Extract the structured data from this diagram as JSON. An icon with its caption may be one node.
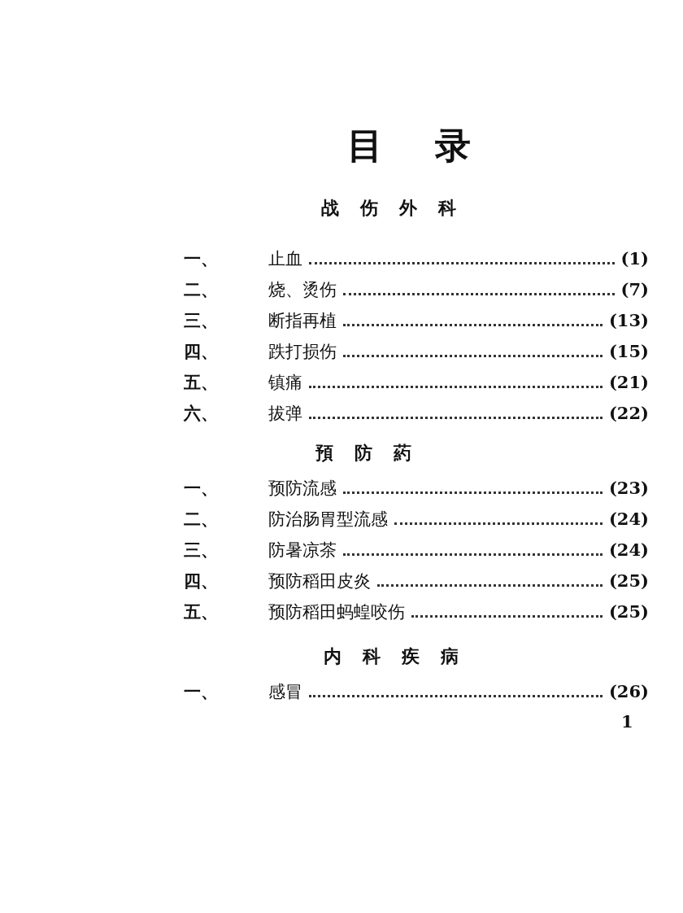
{
  "diagram": {
    "title": "目录",
    "labels": [
      "战伤外科",
      "一、",
      "止血",
      "(1)",
      "二、",
      "烧、烫伤",
      "(7)",
      "三、",
      "断指再植",
      "(13)",
      "四、",
      "跌打损伤",
      "(15)",
      "五、",
      "镇痛",
      "(21)",
      "六、",
      "拔弹",
      "(22)",
      "預防葯",
      "一、",
      "预防流感",
      "(23)",
      "二、",
      "防治肠胃型流感",
      "(24)",
      "三、",
      "防暑凉茶",
      "(24)",
      "四、",
      "预防稻田皮炎",
      "(25)",
      "五、",
      "预防稻田蚂蝗咬伤",
      "(25)",
      "内科疾病",
      "一、",
      "感冒",
      "(26)",
      "1"
    ]
  }
}
